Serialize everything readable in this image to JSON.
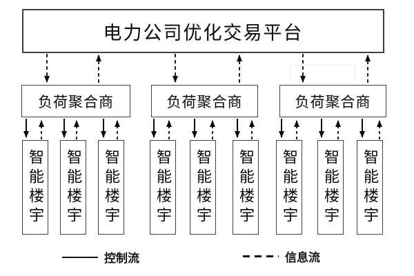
{
  "diagram": {
    "platform": {
      "label": "电力公司优化交易平台"
    },
    "aggregators": [
      {
        "label": "负荷聚合商"
      },
      {
        "label": "负荷聚合商"
      },
      {
        "label": "负荷聚合商"
      }
    ],
    "buildings": [
      {
        "label": "智能楼宇"
      },
      {
        "label": "智能楼宇"
      },
      {
        "label": "智能楼宇"
      },
      {
        "label": "智能楼宇"
      },
      {
        "label": "智能楼宇"
      },
      {
        "label": "智能楼宇"
      },
      {
        "label": "智能楼宇"
      },
      {
        "label": "智能楼宇"
      },
      {
        "label": "智能楼宇"
      }
    ],
    "legend": {
      "control": {
        "label": "控制流",
        "line_style": "solid"
      },
      "info": {
        "label": "信息流",
        "line_style": "dashed"
      }
    },
    "colors": {
      "line": "#0a0a0a",
      "box_border": "#404040",
      "background": "#ffffff"
    }
  }
}
